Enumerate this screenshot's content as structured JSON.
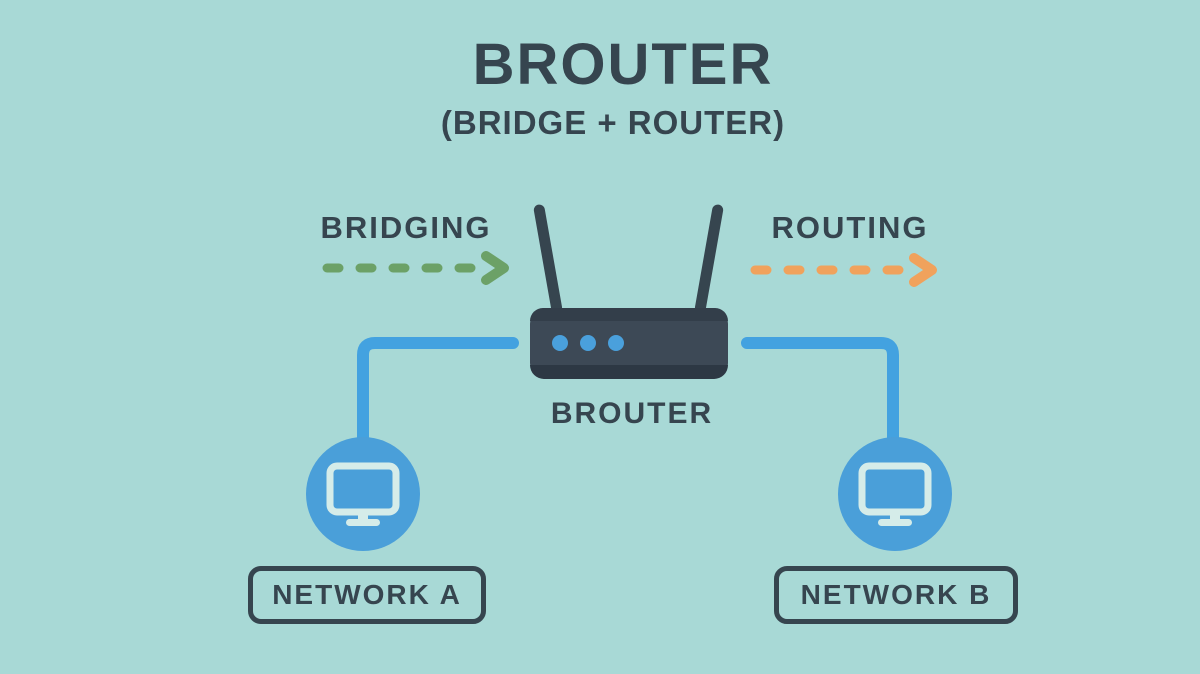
{
  "header": {
    "title": "BROUTER",
    "subtitle": "(BRIDGE + ROUTER)"
  },
  "flows": {
    "bridging": {
      "label": "BRIDGING",
      "color": "#6ca167"
    },
    "routing": {
      "label": "ROUTING",
      "color": "#f0a25c"
    }
  },
  "device": {
    "label": "BROUTER"
  },
  "networks": [
    {
      "label": "NETWORK A"
    },
    {
      "label": "NETWORK B"
    }
  ],
  "colors": {
    "background": "#a8d9d6",
    "ink": "#36454f",
    "bridging_green": "#6ca167",
    "routing_orange": "#f0a25c",
    "node_blue": "#4a9fd9",
    "wire_blue": "#43a2e0",
    "led_blue": "#4aa0dc",
    "monitor_light": "#d5ece9",
    "router_body": "#3d4956",
    "router_top_band": "#333e4a",
    "router_bottom_band": "#2d3844"
  }
}
